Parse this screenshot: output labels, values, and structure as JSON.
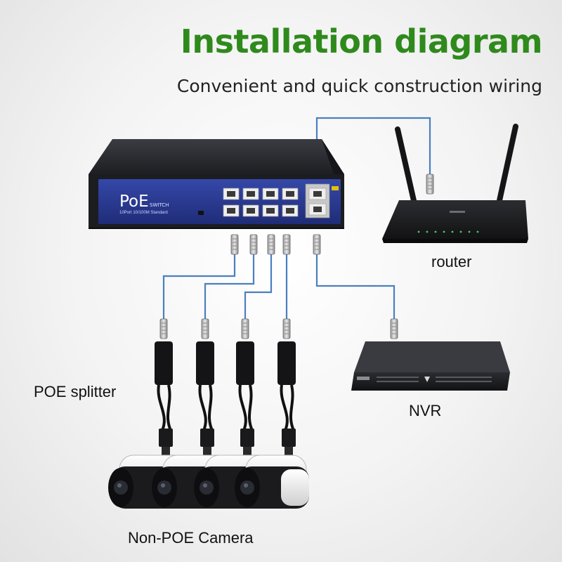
{
  "header": {
    "title": "Installation diagram",
    "subtitle": "Convenient and quick construction wiring"
  },
  "devices": {
    "switch": {
      "brand": "PoE",
      "badge": "SWITCH",
      "model": "10Port 10/100M Standard"
    },
    "router": {
      "label": "router"
    },
    "nvr": {
      "label": "NVR"
    },
    "splitter": {
      "label": "POE splitter"
    },
    "camera": {
      "label": "Non-POE Camera"
    }
  },
  "colors": {
    "title_green": "#2f8a1c",
    "cable_blue": "#4a7fbf",
    "switch_panel": "#2b3a8f",
    "device_body": "#1f1f22"
  },
  "icons": [
    "poe-switch-icon",
    "router-icon",
    "nvr-icon",
    "poe-splitter-icon",
    "bullet-camera-icon",
    "rj45-connector-icon"
  ]
}
